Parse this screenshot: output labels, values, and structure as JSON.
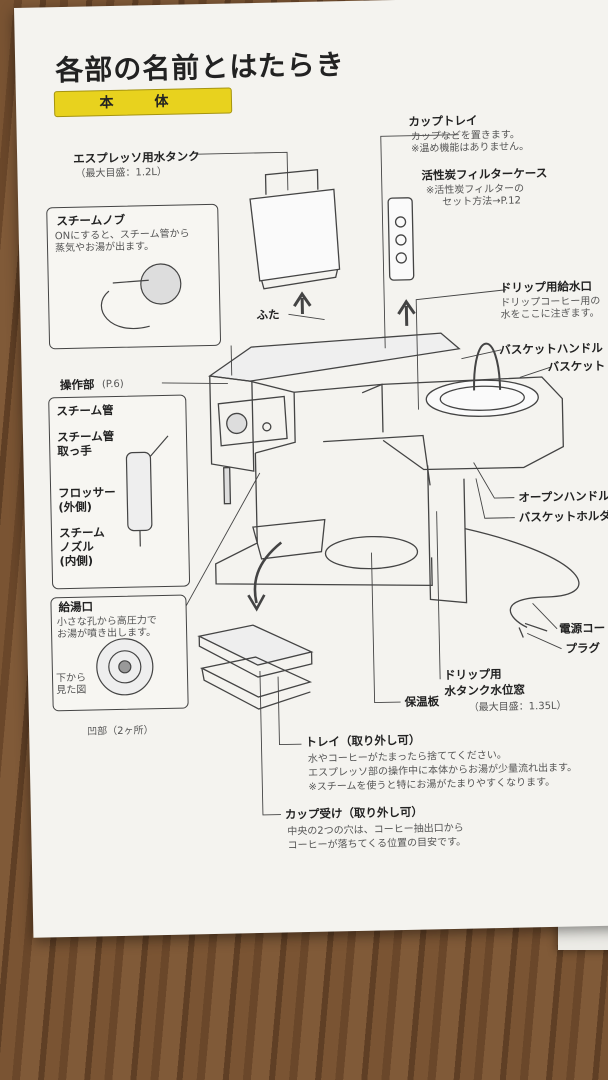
{
  "title": "各部の名前とはたらき",
  "section": "本 体",
  "labels": {
    "espresso_tank": "エスプレッソ用水タンク",
    "espresso_tank_sub": "（最大目盛：1.2L）",
    "steam_knob": "スチームノブ",
    "steam_knob_desc1": "ONにすると、スチーム管から",
    "steam_knob_desc2": "蒸気やお湯が出ます。",
    "lid": "ふた",
    "control": "操作部",
    "control_ref": "(P.6)",
    "steam_pipe": "スチーム管",
    "steam_pipe_handle1": "スチーム管",
    "steam_pipe_handle2": "取っ手",
    "frother1": "フロッサー",
    "frother2": "(外側)",
    "nozzle1": "スチーム",
    "nozzle2": "ノズル",
    "nozzle3": "(内側)",
    "water_outlet": "給湯口",
    "water_outlet_desc1": "小さな孔から高圧力で",
    "water_outlet_desc2": "お湯が噴き出します。",
    "view_from_below1": "下から",
    "view_from_below2": "見た図",
    "recess": "凹部（2ヶ所）",
    "cup_tray": "カップトレイ",
    "cup_tray_desc1": "カップなどを置きます。",
    "cup_tray_desc2": "※温め機能はありません。",
    "carbon_filter": "活性炭フィルターケース",
    "carbon_filter_desc1": "※活性炭フィルターの",
    "carbon_filter_desc2": "セット方法→P.12",
    "drip_inlet": "ドリップ用給水口",
    "drip_inlet_desc1": "ドリップコーヒー用の",
    "drip_inlet_desc2": "水をここに注ぎます。",
    "basket_handle": "バスケットハンドル",
    "basket": "バスケット",
    "open_handle": "オープンハンドル",
    "basket_holder": "バスケットホルダー",
    "power_cord": "電源コード",
    "plug": "プラグ",
    "drip_window1": "ドリップ用",
    "drip_window2": "水タンク水位窓",
    "drip_window_sub": "（最大目盛：1.35L）",
    "warmer": "保温板",
    "tray": "トレイ（取り外し可）",
    "tray_desc1": "水やコーヒーがたまったら捨ててください。",
    "tray_desc2": "エスプレッソ部の操作中に本体からお湯が少量流れ出ます。",
    "tray_desc3": "※スチームを使うと特にお湯がたまりやすくなります。",
    "cup_holder": "カップ受け（取り外し可）",
    "cup_holder_desc1": "中央の2つの穴は、コーヒー抽出口から",
    "cup_holder_desc2": "コーヒーが落ちてくる位置の目安です。"
  },
  "colors": {
    "badge": "#e8d21e",
    "ink": "#333333",
    "paper": "#f4f3ef"
  }
}
